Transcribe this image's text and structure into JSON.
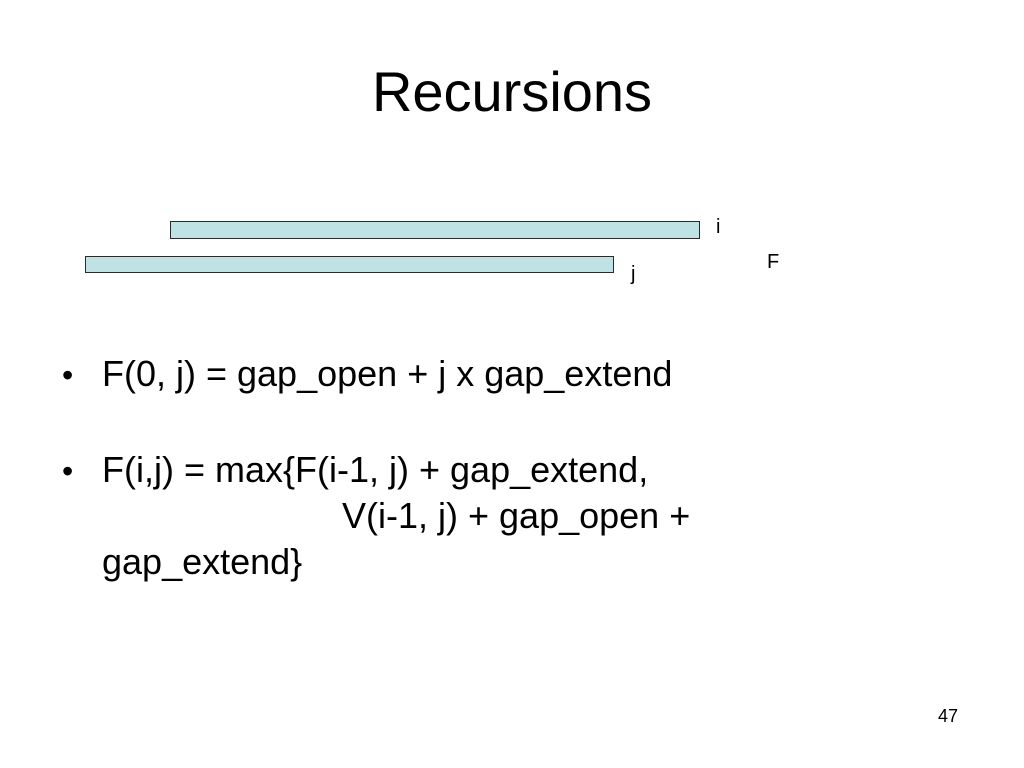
{
  "slide": {
    "title": "Recursions",
    "diagram": {
      "label_i": "i",
      "label_j": "j",
      "label_f": "F",
      "bar_color": "#bfe3e5"
    },
    "bullets": [
      {
        "lines": [
          "F(0, j) = gap_open + j x gap_extend"
        ]
      },
      {
        "lines": [
          "F(i,j) = max{F(i-1, j) + gap_extend,",
          "V(i-1, j) + gap_open +",
          "gap_extend}"
        ]
      }
    ],
    "bullet_symbol": "•",
    "page_number": "47"
  }
}
